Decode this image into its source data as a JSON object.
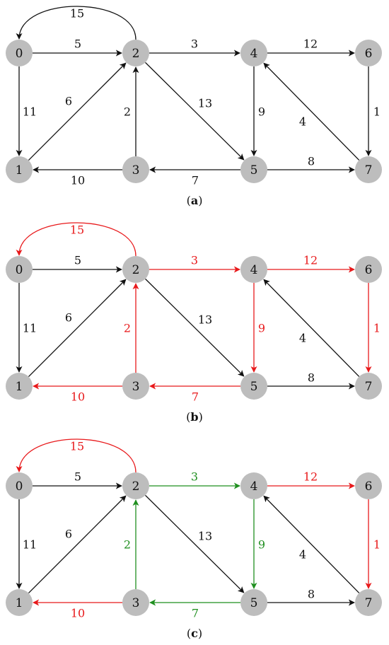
{
  "colors": {
    "black": "#111111",
    "red": "#e8191b",
    "green": "#1f8f1f",
    "node": "#bdbdbd"
  },
  "nodes": [
    "0",
    "1",
    "2",
    "3",
    "4",
    "5",
    "6",
    "7"
  ],
  "edges": [
    {
      "id": "e20",
      "from": "2",
      "to": "0",
      "weight": "15"
    },
    {
      "id": "e02",
      "from": "0",
      "to": "2",
      "weight": "5"
    },
    {
      "id": "e24",
      "from": "2",
      "to": "4",
      "weight": "3"
    },
    {
      "id": "e46",
      "from": "4",
      "to": "6",
      "weight": "12"
    },
    {
      "id": "e01",
      "from": "0",
      "to": "1",
      "weight": "11"
    },
    {
      "id": "e12",
      "from": "1",
      "to": "2",
      "weight": "6"
    },
    {
      "id": "e32",
      "from": "3",
      "to": "2",
      "weight": "2"
    },
    {
      "id": "e25",
      "from": "2",
      "to": "5",
      "weight": "13"
    },
    {
      "id": "e45",
      "from": "4",
      "to": "5",
      "weight": "9"
    },
    {
      "id": "e74",
      "from": "7",
      "to": "4",
      "weight": "4"
    },
    {
      "id": "e67",
      "from": "6",
      "to": "7",
      "weight": "1"
    },
    {
      "id": "e31",
      "from": "3",
      "to": "1",
      "weight": "10"
    },
    {
      "id": "e53",
      "from": "5",
      "to": "3",
      "weight": "7"
    },
    {
      "id": "e57",
      "from": "5",
      "to": "7",
      "weight": "8"
    }
  ],
  "panels": [
    {
      "prefix": "(",
      "letter": "a",
      "suffix": ")",
      "edge_colors": {}
    },
    {
      "prefix": "(",
      "letter": "b",
      "suffix": ")",
      "edge_colors": {
        "e20": "red",
        "e24": "red",
        "e46": "red",
        "e45": "red",
        "e67": "red",
        "e32": "red",
        "e31": "red",
        "e53": "red"
      }
    },
    {
      "prefix": "(",
      "letter": "c",
      "suffix": ")",
      "edge_colors": {
        "e20": "red",
        "e46": "red",
        "e67": "red",
        "e31": "red",
        "e24": "green",
        "e45": "green",
        "e32": "green",
        "e53": "green"
      }
    }
  ]
}
